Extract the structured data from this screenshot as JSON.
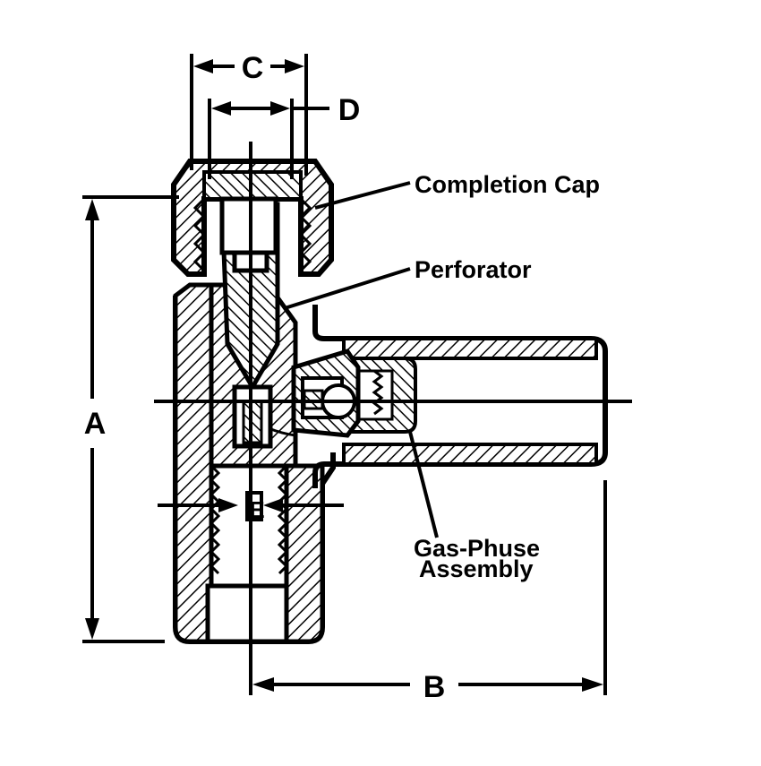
{
  "diagram": {
    "dimension_labels": {
      "a": "A",
      "b": "B",
      "c": "C",
      "d": "D",
      "e": "E"
    },
    "callouts": {
      "completion_cap": "Completion Cap",
      "perforator": "Perforator",
      "gas_phase_assembly_line1": "Gas-Phuse",
      "gas_phase_assembly_line2": "Assembly"
    },
    "colors": {
      "line": "#000000",
      "background": "#ffffff"
    }
  }
}
